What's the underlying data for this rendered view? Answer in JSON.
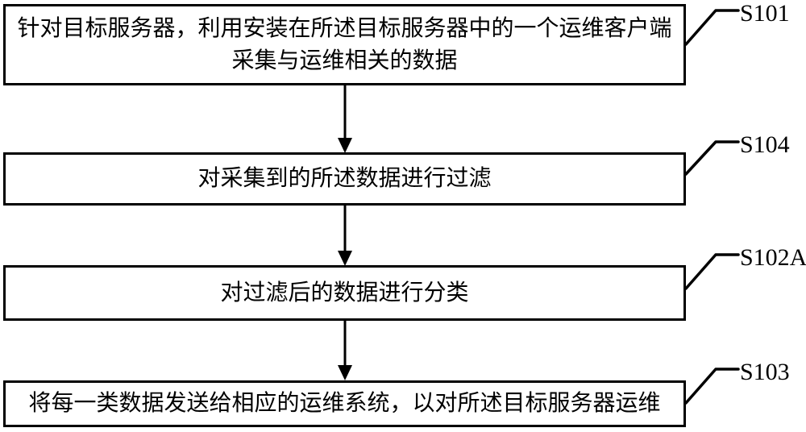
{
  "figure": {
    "steps": [
      {
        "label": "S101",
        "text": "针对目标服务器，利用安装在所述目标服务器中的一个运维客户端采集与运维相关的数据"
      },
      {
        "label": "S104",
        "text": "对采集到的所述数据进行过滤"
      },
      {
        "label": "S102A",
        "text": "对过滤后的数据进行分类"
      },
      {
        "label": "S103",
        "text": "将每一类数据发送给相应的运维系统，以对所述目标服务器运维"
      }
    ],
    "flow_order": [
      "S101",
      "S104",
      "S102A",
      "S103"
    ],
    "colors": {
      "line": "#000000",
      "background": "#ffffff",
      "text": "#000000"
    }
  }
}
